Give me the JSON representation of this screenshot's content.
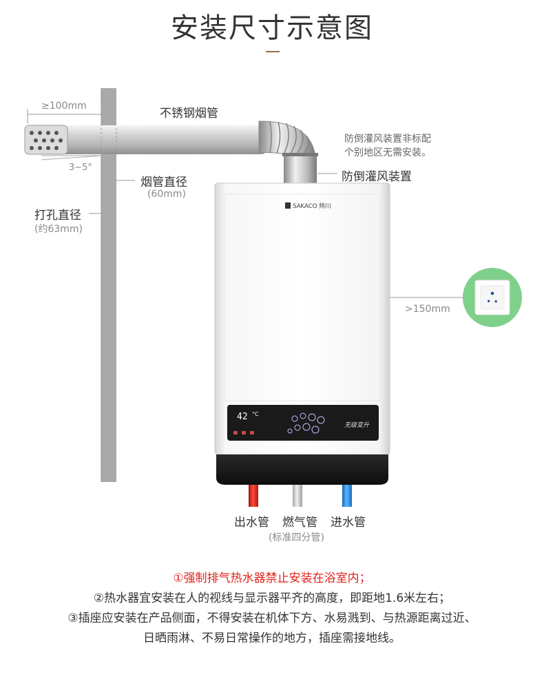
{
  "title": "安装尺寸示意图",
  "labels": {
    "pipe_min_extension": "≥100mm",
    "stainless_pipe": "不锈钢烟管",
    "tilt_angle": "3~5°",
    "pipe_diameter": "烟管直径",
    "pipe_diameter_value": "(60mm)",
    "hole_diameter": "打孔直径",
    "hole_diameter_value": "(约63mm)",
    "anti_backdraft_note_1": "防倒灌风装置非标配",
    "anti_backdraft_note_2": "个别地区无需安装。",
    "anti_backdraft_device": "防倒灌风装置",
    "socket_distance": ">150mm",
    "outlet_pipe": "出水管",
    "gas_pipe": "燃气管",
    "inlet_pipe": "进水管",
    "pipe_standard": "(标准四分管)"
  },
  "heater": {
    "brand": "SAKACO 帅川",
    "display_temp": "42",
    "display_unit": "°C",
    "badge": "无级变升"
  },
  "notes": [
    "①强制排气热水器禁止安装在浴室内；",
    "②热水器宜安装在人的视线与显示器平齐的高度，即距地1.6米左右；",
    "③插座应安装在产品侧面，不得安装在机体下方、水易溅到、与热源距离过近、",
    "日晒雨淋、不易日常操作的地方，插座需接地线。"
  ],
  "colors": {
    "outlet_pipe": "#e02a1f",
    "gas_pipe": "#cfcfcf",
    "inlet_pipe": "#2b8fe0",
    "wall": "#a9a9a9",
    "socket_bg": "#7fd08a"
  }
}
